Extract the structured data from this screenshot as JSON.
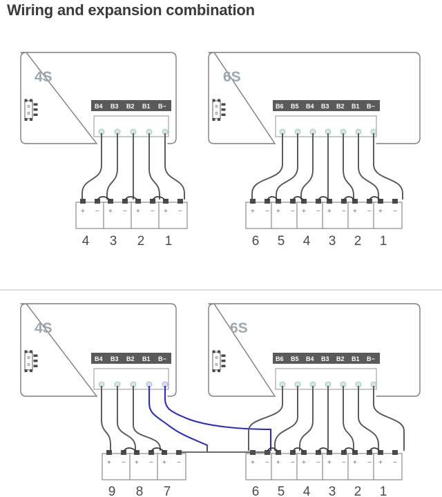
{
  "page": {
    "title": "Wiring and expansion combination",
    "background": "#ffffff"
  },
  "colors": {
    "title_text": "#3a3a3a",
    "board_outline": "#7d7d7d",
    "board_label": "#9aa8b4",
    "pin_bar_bg": "#5a5a5a",
    "pin_bar_text": "#ffffff",
    "pin_dot": "#cfe8e4",
    "pin_dot_stroke": "#9fbfbb",
    "wire_gray": "#555555",
    "wire_blue": "#2a2ad0",
    "battery_outline": "#8a8a8a",
    "terminal_square": "#4a4a4a",
    "cell_number": "#4a4a4a",
    "divider": "#bdbdbd"
  },
  "diagrams": [
    {
      "id": "top-standalone-4s",
      "caption_position": "top-left",
      "board": {
        "label": "4S",
        "connector_label": "B4 B3 B2 B1 B-",
        "pins": [
          "B4",
          "B3",
          "B2",
          "B1",
          "B-"
        ],
        "pin_count": 5,
        "has_side_connector_icon": true
      },
      "battery_pack": {
        "cell_count": 4,
        "cell_numbers": [
          "4",
          "3",
          "2",
          "1"
        ],
        "terminal_plus": "+",
        "terminal_minus": "-"
      },
      "wire_color": "gray"
    },
    {
      "id": "top-standalone-6s",
      "caption_position": "top-right",
      "board": {
        "label": "6S",
        "connector_label": "B6 B5 B4 B3 B2 B1 B-",
        "pins": [
          "B6",
          "B5",
          "B4",
          "B3",
          "B2",
          "B1",
          "B-"
        ],
        "pin_count": 7,
        "has_side_connector_icon": true
      },
      "battery_pack": {
        "cell_count": 6,
        "cell_numbers": [
          "6",
          "5",
          "4",
          "3",
          "2",
          "1"
        ],
        "terminal_plus": "+",
        "terminal_minus": "-"
      },
      "wire_color": "gray"
    },
    {
      "id": "bottom-expansion-4s",
      "caption_position": "bottom-left",
      "board": {
        "label": "4S",
        "connector_label": "B4 B3 B2 B1 B-",
        "pins": [
          "B4",
          "B3",
          "B2",
          "B1",
          "B-"
        ],
        "pin_count": 5,
        "has_side_connector_icon": true
      },
      "battery_pack": {
        "cell_count": 3,
        "cell_numbers": [
          "9",
          "8",
          "7"
        ],
        "terminal_plus": "+",
        "terminal_minus": "-"
      },
      "wire_color": "gray-and-blue",
      "blue_wire_note": "B1 and B- pins route across to the 6S pack"
    },
    {
      "id": "bottom-expansion-6s",
      "caption_position": "bottom-right",
      "board": {
        "label": "6S",
        "connector_label": "B6 B5 B4 B3 B2 B1 B-",
        "pins": [
          "B6",
          "B5",
          "B4",
          "B3",
          "B2",
          "B1",
          "B-"
        ],
        "pin_count": 7,
        "has_side_connector_icon": true
      },
      "battery_pack": {
        "cell_count": 6,
        "cell_numbers": [
          "6",
          "5",
          "4",
          "3",
          "2",
          "1"
        ],
        "terminal_plus": "+",
        "terminal_minus": "-"
      },
      "wire_color": "gray"
    }
  ]
}
